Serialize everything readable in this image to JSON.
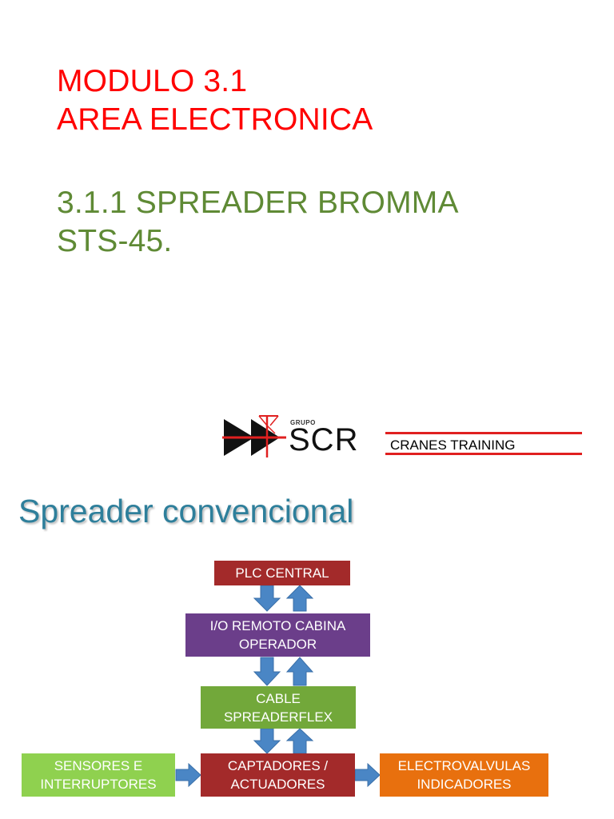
{
  "slide1": {
    "module_line1": "MODULO 3.1",
    "module_line2": "AREA ELECTRONICA",
    "subtitle_line1": "3.1.1 SPREADER BROMMA",
    "subtitle_line2": "STS-45.",
    "logo": {
      "grupo": "GRUPO",
      "scr": "SCR",
      "tagline": "CRANES TRAINING"
    }
  },
  "slide2": {
    "title": "Spreader convencional",
    "boxes": {
      "plc": "PLC CENTRAL",
      "io_line1": "I/O REMOTO CABINA",
      "io_line2": "OPERADOR",
      "cable_line1": "CABLE",
      "cable_line2": "SPREADERFLEX",
      "sensores_line1": "SENSORES E",
      "sensores_line2": "INTERRUPTORES",
      "captadores_line1": "CAPTADORES /",
      "captadores_line2": "ACTUADORES",
      "electro_line1": "ELECTROVALVULAS",
      "electro_line2": "INDICADORES"
    },
    "colors": {
      "plc": "#a32a2a",
      "io": "#6b3e8a",
      "cable": "#72a83a",
      "sensores": "#8fd14f",
      "captadores": "#a32a2a",
      "electro": "#e8700e",
      "arrow": "#4a86c5"
    }
  }
}
